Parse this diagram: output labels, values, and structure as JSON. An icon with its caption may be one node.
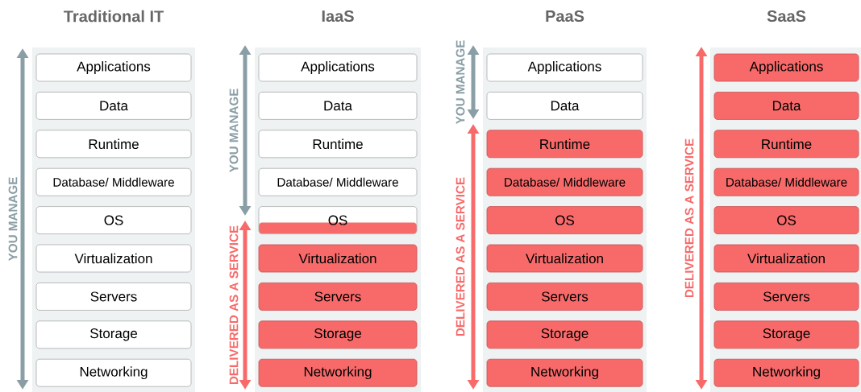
{
  "diagram": {
    "nodes": [
      {
        "text": [
          "Traditional IT"
        ]
      },
      {
        "text": [
          "Applications"
        ],
        "in": 0
      },
      {
        "text": [
          "Data"
        ],
        "in": 0
      },
      {
        "text": [
          "Runtime"
        ],
        "in": 0
      },
      {
        "text": [
          "Database/ Middleware"
        ],
        "in": 0
      },
      {
        "text": [
          "OS"
        ],
        "in": 0
      },
      {
        "text": [
          "Virtualization"
        ],
        "in": 0
      },
      {
        "text": [
          "Servers"
        ],
        "in": 0
      },
      {
        "text": [
          "Storage"
        ],
        "in": 0
      },
      {
        "text": [
          "Networking"
        ],
        "in": 0
      },
      {
        "text": [
          "IaaS"
        ]
      },
      {
        "text": [
          "Applications"
        ],
        "in": 10
      },
      {
        "text": [
          "Data"
        ],
        "in": 10
      },
      {
        "text": [
          "Runtime"
        ],
        "in": 10
      },
      {
        "text": [
          "Database/ Middleware"
        ],
        "in": 10
      },
      {
        "text": [
          "OS"
        ],
        "in": 10
      },
      {
        "text": [
          "Virtualization"
        ],
        "in": 10
      },
      {
        "text": [
          "Servers"
        ],
        "in": 10
      },
      {
        "text": [
          "Storage"
        ],
        "in": 10
      },
      {
        "text": [
          "Networking"
        ],
        "in": 10
      },
      {
        "text": [
          "PaaS"
        ]
      },
      {
        "text": [
          "Applications"
        ],
        "in": 20
      },
      {
        "text": [
          "Data"
        ],
        "in": 20
      },
      {
        "text": [
          "Runtime"
        ],
        "in": 20
      },
      {
        "text": [
          "Database/ Middleware"
        ],
        "in": 20
      },
      {
        "text": [
          "OS"
        ],
        "in": 20
      },
      {
        "text": [
          "Virtualization"
        ],
        "in": 20
      },
      {
        "text": [
          "Servers"
        ],
        "in": 20
      },
      {
        "text": [
          "Storage"
        ],
        "in": 20
      },
      {
        "text": [
          "Networking"
        ],
        "in": 20
      },
      {
        "text": [
          "SaaS"
        ]
      },
      {
        "text": [
          "Applications"
        ],
        "in": 30
      },
      {
        "text": [
          "Data"
        ],
        "in": 30
      },
      {
        "text": [
          "Runtime"
        ],
        "in": 30
      },
      {
        "text": [
          "Database/ Middleware"
        ],
        "in": 30
      },
      {
        "text": [
          "OS"
        ],
        "in": 30
      },
      {
        "text": [
          "Virtualization"
        ],
        "in": 30
      },
      {
        "text": [
          "Servers"
        ],
        "in": 30
      },
      {
        "text": [
          "Storage"
        ],
        "in": 30
      },
      {
        "text": [
          "Networking"
        ],
        "in": 30
      }
    ],
    "labels": [
      "YOU MANAGE",
      "YOU MANAGE",
      "DELIVERED AS A SERVICE",
      "YOU MANAGE",
      "DELIVERED AS A SERVICE",
      "DELIVERED AS A SERVICE"
    ]
  }
}
